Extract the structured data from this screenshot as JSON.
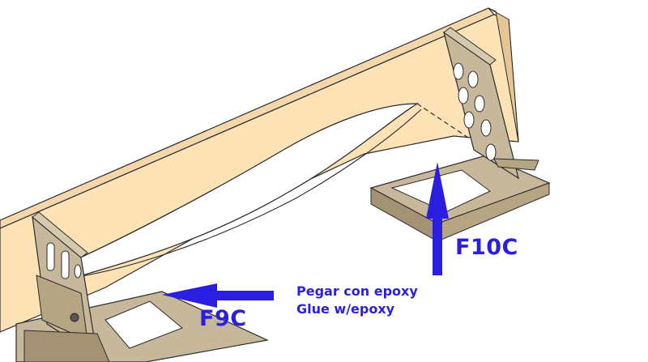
{
  "labels": {
    "f10c": "F10C",
    "f9c": "F9C",
    "instruction_es": "Pegar con epoxy",
    "instruction_en": "Glue w/epoxy"
  },
  "colors": {
    "wood_panel": "#fde2b6",
    "wood_edge": "#e6c694",
    "plywood_part": "#c8b89b",
    "plywood_dark": "#a39374",
    "outline": "#2b2b2b",
    "arrow": "#2a1fe0"
  }
}
